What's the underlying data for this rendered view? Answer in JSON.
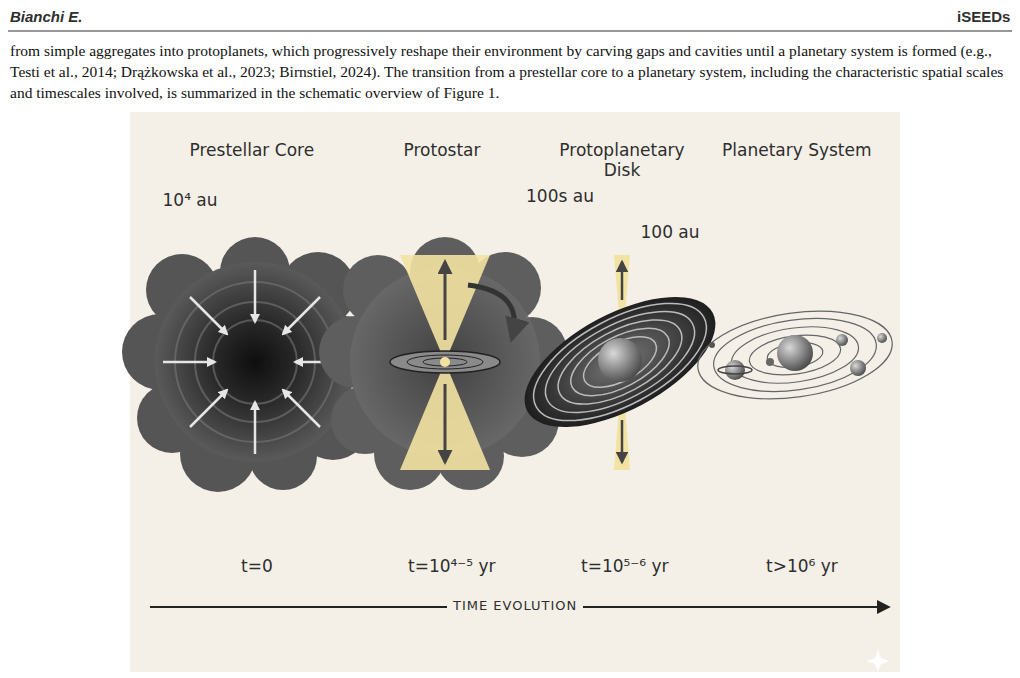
{
  "diagram": {
    "labels": [
      "Bianchi E.",
      "iSEEDs",
      "from simple aggregates into protoplanets, which progressively reshape their environment by carving gaps and cavities until a planetary system is formed (e.g., Testi et al., 2014; Drążkowska et al., 2023; Birnstiel, 2024). The transition from a prestellar core to a planetary system, including the characteristic spatial scales and timescales involved, is summarized in the schematic overview of Figure 1.",
      "Prestellar Core",
      "Protostar",
      "Protoplanetary Disk",
      "Planetary System",
      "10⁴ au",
      "100s au",
      "100 au",
      "t=0",
      "t=10⁴⁻⁵ yr",
      "t=10⁵⁻⁶ yr",
      "t>10⁶ yr",
      "TIME EVOLUTION"
    ]
  }
}
